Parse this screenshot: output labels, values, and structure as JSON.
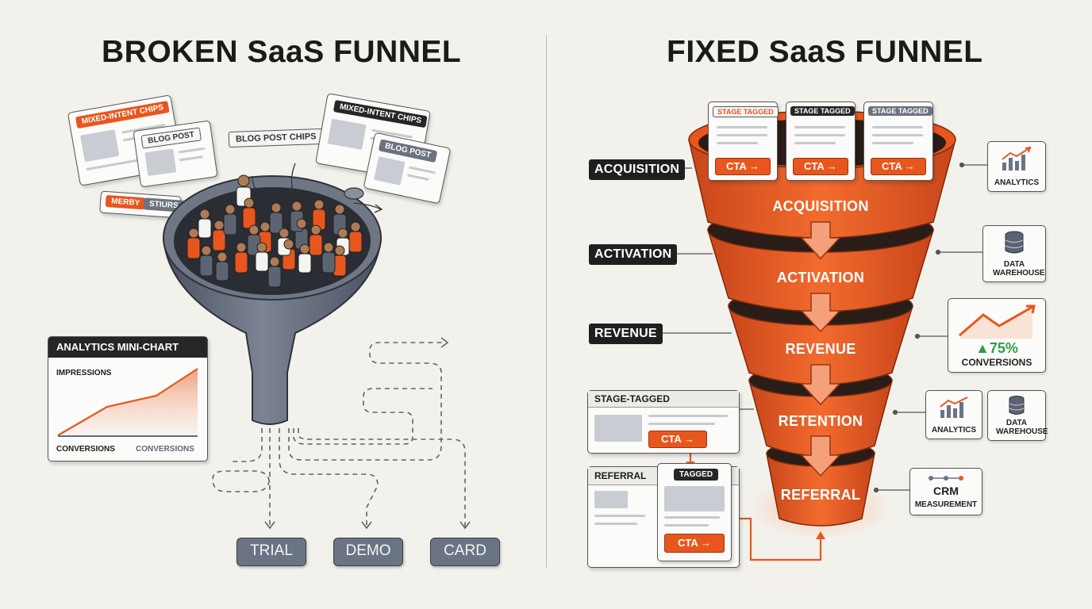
{
  "titles": {
    "left": "BROKEN SaaS FUNNEL",
    "right": "FIXED SaaS FUNNEL"
  },
  "broken": {
    "chips": {
      "mixed_intent_1": "MIXED-INTENT CHIPS",
      "blog_post_1": "BLOG POST",
      "blog_post_chips": "BLOG POST CHIPS",
      "mixed_intent_2": "MIXED-INTENT CHIPS",
      "blog_post_2": "BLOG POST",
      "merby": "MERBY",
      "stiurs": "STIURS"
    },
    "mini_chart": {
      "title": "ANALYTICS MINI-CHART",
      "top_label": "IMPRESSIONS",
      "bottom_left": "CONVERSIONS",
      "bottom_right": "CONVERSIONS"
    },
    "outcomes": [
      "TRIAL",
      "DEMO",
      "CARD"
    ]
  },
  "fixed": {
    "top_cards": [
      {
        "chip": "STAGE TAGGED",
        "cta": "CTA →"
      },
      {
        "chip": "STAGE TAGGED",
        "cta": "CTA →"
      },
      {
        "chip": "STAGE TAGGED",
        "cta": "CTA →"
      }
    ],
    "stages": [
      "ACQUISITION",
      "ACTIVATION",
      "REVENUE",
      "RETENTION",
      "REFERRAL"
    ],
    "side_labels": [
      "ACQUISITION",
      "ACTIVATION",
      "REVENUE"
    ],
    "stage_card": {
      "title": "STAGE-TAGGED",
      "cta": "CTA →"
    },
    "referral_card": {
      "title": "REFERRAL",
      "chip": "TAGGED",
      "cta": "CTA →"
    },
    "icons": {
      "analytics_1": "ANALYTICS",
      "warehouse_1": "DATA WAREHOUSE",
      "conversions_value": "▲75%",
      "conversions_label": "CONVERSIONS",
      "analytics_2": "ANALYTICS",
      "warehouse_2": "DATA WAREHOUSE",
      "crm_title": "CRM",
      "crm_sub": "MEASUREMENT"
    },
    "colors": {
      "accent": "#e8561e",
      "positive": "#2e9c4a",
      "dark": "#1f1f1f"
    }
  }
}
